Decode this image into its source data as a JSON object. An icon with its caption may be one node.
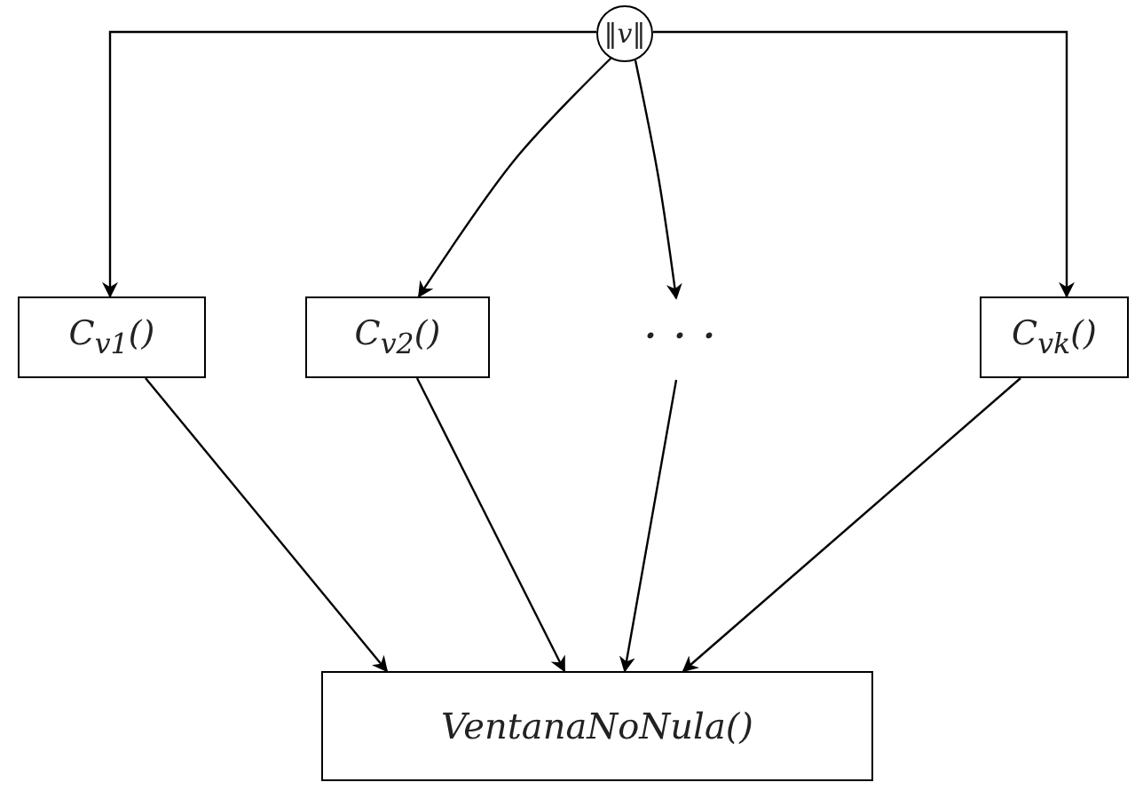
{
  "diagram": {
    "nodes": [
      {
        "text": [
          "‖v‖"
        ]
      },
      {
        "text": [
          "C$_{v1}$()"
        ]
      },
      {
        "text": [
          "C$_{v2}$()"
        ]
      },
      {
        "text": [
          "· · ·"
        ]
      },
      {
        "text": [
          "C$_{vk}$()"
        ]
      },
      {
        "text": [
          "VentanaNoNula()"
        ]
      }
    ],
    "edges": [
      {
        "from": 0,
        "to": 1,
        "arrow": "to"
      },
      {
        "from": 0,
        "to": 2,
        "arrow": "to"
      },
      {
        "from": 0,
        "to": 3,
        "arrow": "to"
      },
      {
        "from": 0,
        "to": 4,
        "arrow": "to"
      },
      {
        "from": 1,
        "to": 5,
        "arrow": "to"
      },
      {
        "from": 2,
        "to": 5,
        "arrow": "to"
      },
      {
        "from": 3,
        "to": 5,
        "arrow": "to"
      },
      {
        "from": 4,
        "to": 5,
        "arrow": "to"
      }
    ]
  }
}
